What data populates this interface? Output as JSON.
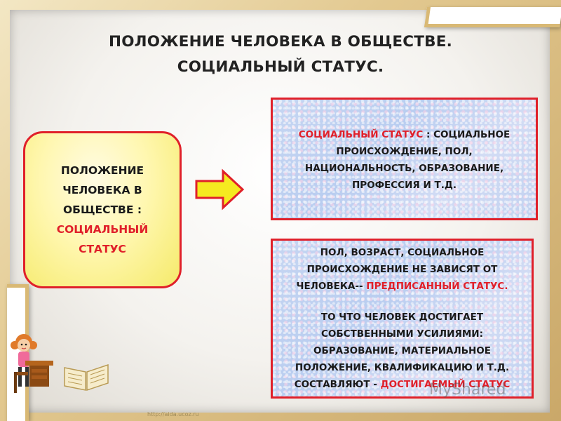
{
  "title": {
    "line1": "ПОЛОЖЕНИЕ ЧЕЛОВЕКА  В ОБЩЕСТВЕ.",
    "line2": "СОЦИАЛЬНЫЙ СТАТУС."
  },
  "left_box": {
    "line1": "ПОЛОЖЕНИЕ",
    "line2": "ЧЕЛОВЕКА  В",
    "line3": "ОБЩЕСТВЕ  :",
    "line4": "СОЦИАЛЬНЫЙ",
    "line5": "СТАТУС"
  },
  "box1": {
    "red_part": "СОЦИАЛЬНЫЙ СТАТУС",
    "line1_rest": " : СОЦИАЛЬНОЕ",
    "line2": "ПРОИСХОЖДЕНИЕ,  ПОЛ,",
    "line3": "НАЦИОНАЛЬНОСТЬ, ОБРАЗОВАНИЕ,",
    "line4": "ПРОФЕССИЯ И Т.Д."
  },
  "box2": {
    "p1_line1": "ПОЛ, ВОЗРАСТ, СОЦИАЛЬНОЕ",
    "p1_line2": "ПРОИСХОЖДЕНИЕ  НЕ ЗАВИСЯТ ОТ",
    "p1_line3_start": "ЧЕЛОВЕКА--  ",
    "p1_red": "ПРЕДПИСАННЫЙ   СТАТУС.",
    "p2_line1": "ТО ЧТО ЧЕЛОВЕК ДОСТИГАЕТ",
    "p2_line2": "СОБСТВЕННЫМИ  УСИЛИЯМИ:",
    "p2_line3": "ОБРАЗОВАНИЕ,  МАТЕРИАЛЬНОЕ",
    "p2_line4": "ПОЛОЖЕНИЕ,  КВАЛИФИКАЦИЮ И Т.Д.",
    "p2_line5_start": "СОСТАВЛЯЮТ  -  ",
    "p2_red": "ДОСТИГАЕМЫЙ СТАТУС"
  },
  "watermark": "MyShared",
  "footer_url": "http://aida.ucoz.ru",
  "colors": {
    "accent_red": "#e0202a",
    "left_box_fill": "#fff7b0",
    "right_box_fill": "#c6d6f2",
    "arrow_fill": "#f5ea20"
  },
  "icons": [
    "right-arrow-icon",
    "schoolgirl-icon",
    "open-book-icon"
  ]
}
